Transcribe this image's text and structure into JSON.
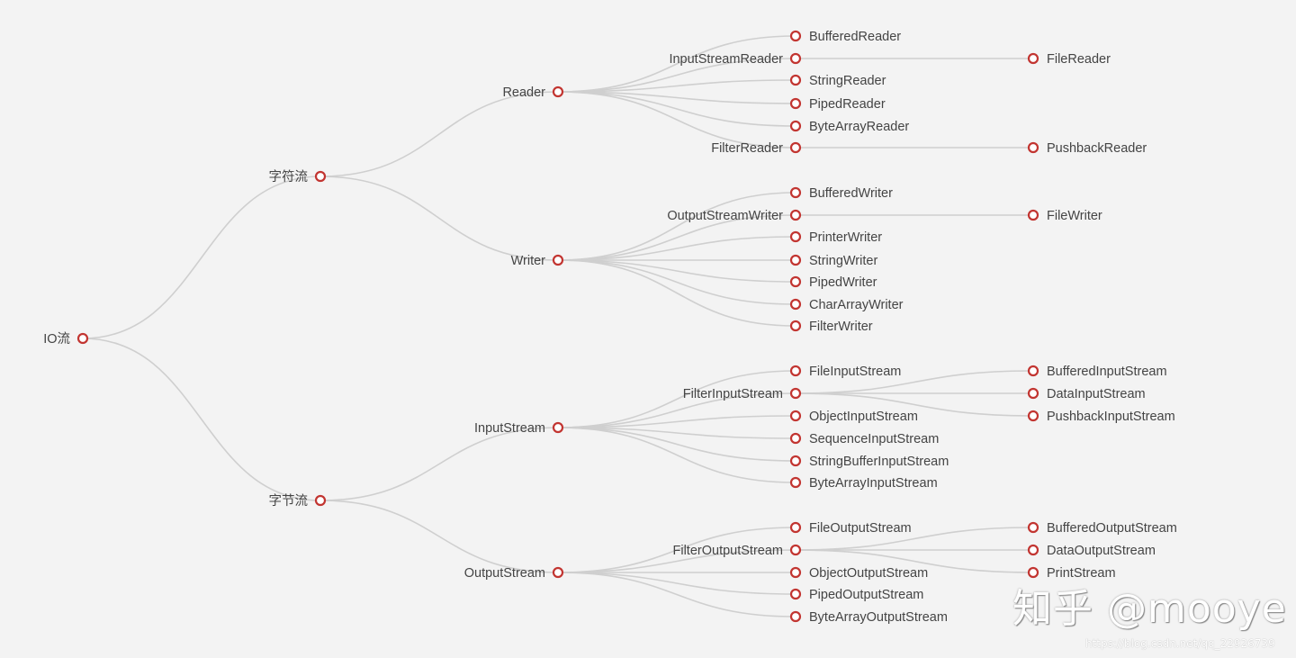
{
  "accent_color": "#c23531",
  "link_color": "#cfcfcf",
  "background_color": "#f3f3f3",
  "tree": {
    "name": "IO流",
    "children": [
      {
        "name": "字符流",
        "children": [
          {
            "name": "Reader",
            "children": [
              {
                "name": "BufferedReader"
              },
              {
                "name": "InputStreamReader",
                "children": [
                  {
                    "name": "FileReader"
                  }
                ]
              },
              {
                "name": "StringReader"
              },
              {
                "name": "PipedReader"
              },
              {
                "name": "ByteArrayReader"
              },
              {
                "name": "FilterReader",
                "children": [
                  {
                    "name": "PushbackReader"
                  }
                ]
              }
            ]
          },
          {
            "name": "Writer",
            "children": [
              {
                "name": "BufferedWriter"
              },
              {
                "name": "OutputStreamWriter",
                "children": [
                  {
                    "name": "FileWriter"
                  }
                ]
              },
              {
                "name": "PrinterWriter"
              },
              {
                "name": "StringWriter"
              },
              {
                "name": "PipedWriter"
              },
              {
                "name": "CharArrayWriter"
              },
              {
                "name": "FilterWriter"
              }
            ]
          }
        ]
      },
      {
        "name": "字节流",
        "children": [
          {
            "name": "InputStream",
            "children": [
              {
                "name": "FileInputStream"
              },
              {
                "name": "FilterInputStream",
                "children": [
                  {
                    "name": "BufferedInputStream"
                  },
                  {
                    "name": "DataInputStream"
                  },
                  {
                    "name": "PushbackInputStream"
                  }
                ]
              },
              {
                "name": "ObjectInputStream"
              },
              {
                "name": "SequenceInputStream"
              },
              {
                "name": "StringBufferInputStream"
              },
              {
                "name": "ByteArrayInputStream"
              }
            ]
          },
          {
            "name": "OutputStream",
            "children": [
              {
                "name": "FileOutputStream"
              },
              {
                "name": "FilterOutputStream",
                "children": [
                  {
                    "name": "BufferedOutputStream"
                  },
                  {
                    "name": "DataOutputStream"
                  },
                  {
                    "name": "PrintStream"
                  }
                ]
              },
              {
                "name": "ObjectOutputStream"
              },
              {
                "name": "PipedOutputStream"
              },
              {
                "name": "ByteArrayOutputStream"
              }
            ]
          }
        ]
      }
    ]
  },
  "watermark": {
    "text": "知乎 @mooye",
    "source": "https://blog.csdn.net/qq_22926739"
  }
}
